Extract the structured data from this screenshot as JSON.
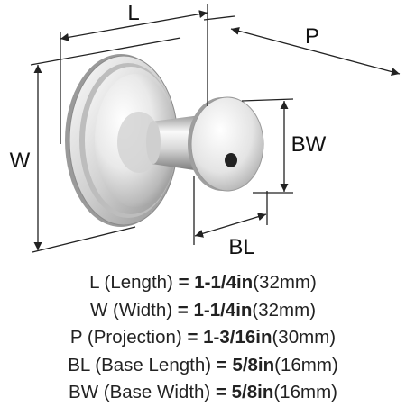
{
  "dimension_labels": {
    "length": "L",
    "width": "W",
    "projection": "P",
    "base_length": "BL",
    "base_width": "BW"
  },
  "specs": [
    {
      "abbr": "L",
      "name": "(Length)",
      "eq": "=",
      "value": "1-1/4in",
      "metric": "(32mm)"
    },
    {
      "abbr": "W",
      "name": "(Width)",
      "eq": "=",
      "value": "1-1/4in",
      "metric": "(32mm)"
    },
    {
      "abbr": "P",
      "name": "(Projection)",
      "eq": "=",
      "value": "1-3/16in",
      "metric": "(30mm)"
    },
    {
      "abbr": "BL",
      "name": "(Base Length)",
      "eq": "=",
      "value": "5/8in",
      "metric": "(16mm)"
    },
    {
      "abbr": "BW",
      "name": "(Base Width)",
      "eq": "=",
      "value": "5/8in",
      "metric": "(16mm)"
    }
  ],
  "colors": {
    "dimension_line": "#222222",
    "chrome_light": "#f7f7f7",
    "chrome_mid": "#c9c9c9",
    "chrome_dark": "#7d7d7d"
  },
  "icons": {
    "product": "cabinet-knob-icon"
  }
}
